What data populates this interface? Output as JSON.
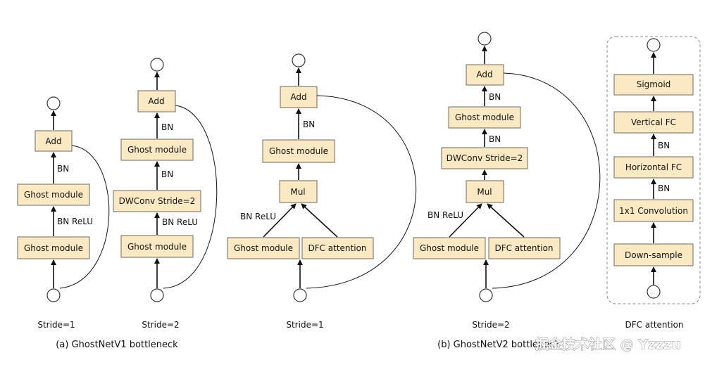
{
  "labels": {
    "add": "Add",
    "ghost_module": "Ghost module",
    "dwconv": "DWConv Stride=2",
    "mul": "Mul",
    "dfc_attention": "DFC attention",
    "sigmoid": "Sigmoid",
    "vertical_fc": "Vertical FC",
    "horizontal_fc": "Horizontal FC",
    "conv1x1": "1x1 Convolution",
    "downsample": "Down-sample",
    "bn": "BN",
    "bn_relu": "BN ReLU"
  },
  "captions": {
    "stride1": "Stride=1",
    "stride2": "Stride=2",
    "v1": "(a) GhostNetV1 bottleneck",
    "v2": "(b) GhostNetV2 bottleneck",
    "dfc": "DFC attention"
  },
  "watermark": "掘金技术社区 @ Yzzzu"
}
